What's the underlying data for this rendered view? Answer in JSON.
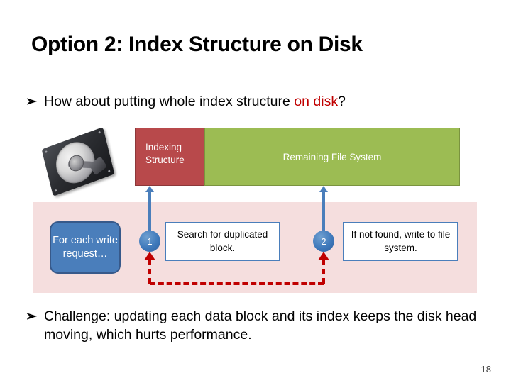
{
  "slide": {
    "title": "Option 2: Index Structure on Disk",
    "page_number": "18",
    "bullets": [
      {
        "marker": "➢",
        "text_before": "How about putting whole index structure ",
        "highlight": "on disk",
        "text_after": "?",
        "highlight_color": "#C00000"
      },
      {
        "marker": "➢",
        "text": "Challenge: updating each data block and its index keeps the disk head moving, which hurts performance."
      }
    ],
    "diagram": {
      "disk_icon": "hard-disk-drive-photo",
      "storage_bar": [
        {
          "label": "Indexing Structure",
          "color": "#B8494B"
        },
        {
          "label": "Remaining File System",
          "color": "#9CBC53"
        }
      ],
      "workflow": {
        "trigger_label": "For each write request…",
        "trigger_color": "#4A7EBB",
        "steps": [
          {
            "number": "1",
            "text": "Search for duplicated block."
          },
          {
            "number": "2",
            "text": "If not found, write to file system."
          }
        ],
        "feedback_arrow_color": "#C00000",
        "band_color": "#F5DEDE"
      }
    }
  }
}
